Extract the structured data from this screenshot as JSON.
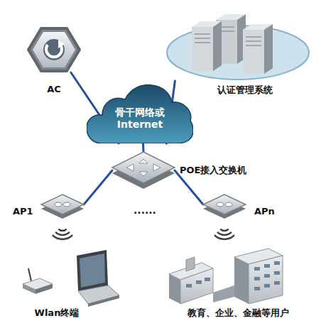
{
  "diagram": {
    "nodes": [
      {
        "text": [
          "AC"
        ]
      },
      {
        "text": [
          "认证管理系统"
        ]
      },
      {
        "text": [
          "骨干网络或 Internet"
        ]
      },
      {
        "text": [
          "POE接入交换机"
        ]
      },
      {
        "text": [
          "AP1"
        ]
      },
      {
        "text": [
          "APn"
        ]
      },
      {
        "text": [
          "Wlan终端"
        ]
      },
      {
        "text": [
          "教育、企业、金融等用户"
        ]
      }
    ],
    "edges": [
      {
        "from": 0,
        "to": 2,
        "arrow": "none"
      },
      {
        "from": 1,
        "to": 2,
        "arrow": "none"
      },
      {
        "from": 2,
        "to": 3,
        "arrow": "none"
      },
      {
        "from": 3,
        "to": 4,
        "arrow": "none"
      },
      {
        "from": 3,
        "to": 5,
        "arrow": "none"
      }
    ],
    "labels": [
      "......"
    ]
  }
}
